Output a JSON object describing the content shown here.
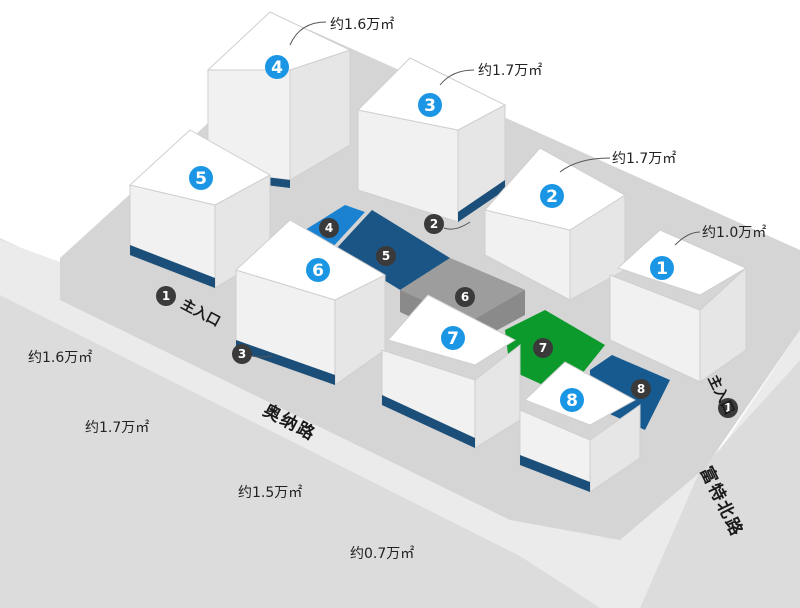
{
  "colors": {
    "site": "#d7d7d7",
    "road": "#dcdcdc",
    "building_top": "#ffffff",
    "building_face": "#f3f3f3",
    "building_base": "#1b4f79",
    "accent_blue": "#1a96e5",
    "badge_dark": "#3a3a3a",
    "plaza_blue": "#175a8f",
    "plaza_green": "#0c9a2c",
    "parking_gray": "#8e8e8e"
  },
  "buildings": [
    {
      "number": "1",
      "area": "约1.0万㎡"
    },
    {
      "number": "2",
      "area": "约1.7万㎡"
    },
    {
      "number": "3",
      "area": "约1.7万㎡"
    },
    {
      "number": "4",
      "area": "约1.6万㎡"
    },
    {
      "number": "5",
      "area": "约1.6万㎡"
    },
    {
      "number": "6",
      "area": "约1.7万㎡"
    },
    {
      "number": "7",
      "area": "约1.5万㎡"
    },
    {
      "number": "8",
      "area": "约0.7万㎡"
    }
  ],
  "dark_markers": [
    "1",
    "2",
    "3",
    "4",
    "5",
    "6",
    "7",
    "8",
    "1"
  ],
  "roads": {
    "west": "奥纳路",
    "east": "富特北路"
  },
  "gates": {
    "west": "主入口",
    "east": "主入口"
  }
}
